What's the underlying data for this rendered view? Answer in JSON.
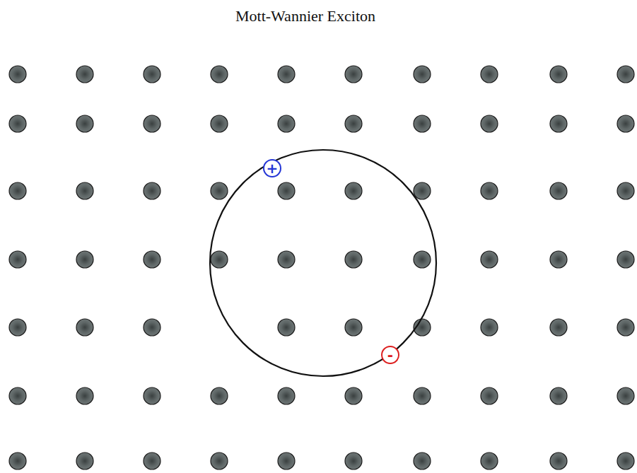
{
  "diagram": {
    "title": "Mott-Wannier Exciton",
    "labels": [
      "+",
      "-"
    ]
  }
}
